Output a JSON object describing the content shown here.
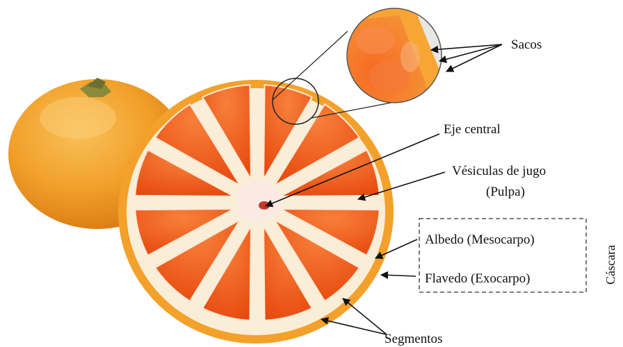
{
  "labels": {
    "sacos": "Sacos",
    "eje_central": "Eje central",
    "vesiculas_line1": "Vésiculas de jugo",
    "vesiculas_line2": "(Pulpa)",
    "albedo": "Albedo (Mesocarpo)",
    "flavedo": "Flavedo (Exocarpo)",
    "segmentos": "Segmentos",
    "cascara": "Cáscara"
  },
  "colors": {
    "peel": "#f6a126",
    "flesh": "#f25a17",
    "albedo": "#fbeee0",
    "line": "#111111"
  }
}
